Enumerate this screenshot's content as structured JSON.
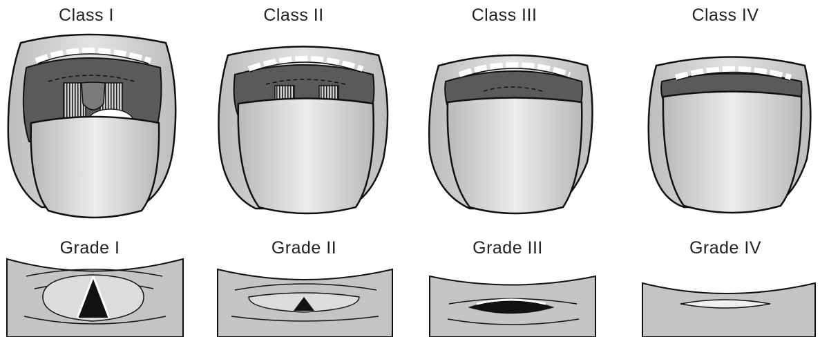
{
  "classes": [
    {
      "label": "Class I"
    },
    {
      "label": "Class II"
    },
    {
      "label": "Class III"
    },
    {
      "label": "Class IV"
    }
  ],
  "grades": [
    {
      "label": "Grade I"
    },
    {
      "label": "Grade II"
    },
    {
      "label": "Grade III"
    },
    {
      "label": "Grade IV"
    }
  ],
  "colors": {
    "outline": "#111111",
    "face": "#d9d9d9",
    "mouth_dark": "#5a5a5a",
    "tongue": "#cfcfcf",
    "throat": "#c4c4c4"
  }
}
